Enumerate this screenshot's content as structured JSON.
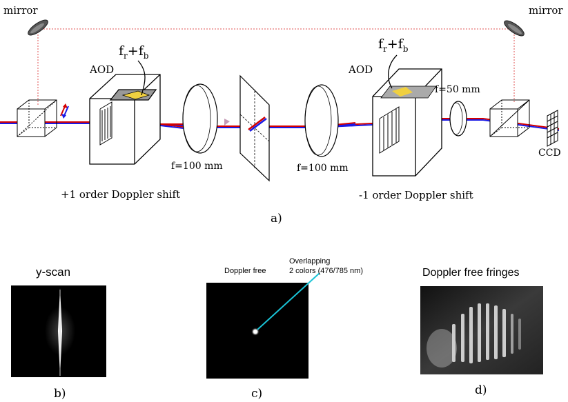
{
  "diagram": {
    "labels": {
      "mirror_left": "mirror",
      "mirror_right": "mirror",
      "aod_left": "AOD",
      "aod_right": "AOD",
      "freq_left": "fr+fb",
      "freq_right": "fr+fb",
      "lens_left_focal": "f=100 mm",
      "lens_mid_focal": "f=100 mm",
      "lens_right_focal": "f=50 mm",
      "ccd": "CCD",
      "shift_plus": "+1 order Doppler shift",
      "shift_minus": "-1 order Doppler shift",
      "panel_a": "a)"
    },
    "panels": {
      "b": {
        "title": "y-scan",
        "caption": "b)"
      },
      "c": {
        "label_left": "Doppler free",
        "label_line1": "Overlapping",
        "label_line2": "2 colors (476/785 nm)",
        "caption": "c)"
      },
      "d": {
        "title": "Doppler free fringes",
        "caption": "d)"
      }
    },
    "colors": {
      "beam_red": "#d40000",
      "beam_blue": "#1a1ae6",
      "dotted_path": "#e05050",
      "pointer_cyan": "#19c3d6",
      "aod_window": "#f0d040"
    }
  }
}
